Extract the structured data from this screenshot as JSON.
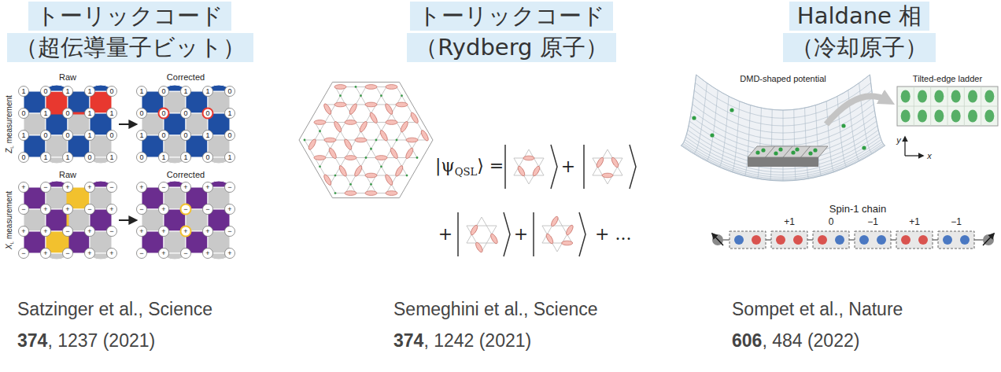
{
  "diagram": {
    "nodes": [
      {
        "text": [
          "トーリックコード",
          "（超伝導量子ビット）"
        ]
      },
      {
        "text": [
          "トーリックコード",
          "（Rydberg 原子）"
        ]
      },
      {
        "text": [
          "Haldane 相",
          "（冷却原子）"
        ]
      }
    ],
    "labels": [
      "Raw",
      "Corrected",
      "Raw",
      "Corrected",
      "Z",
      "L",
      "measurement",
      "X",
      "L",
      "measurement",
      "1",
      "0",
      "1",
      "1",
      "0",
      "0",
      "1",
      "0",
      "1",
      "1",
      "1",
      "0",
      "0",
      "1",
      "0",
      "0",
      "1",
      "1",
      "0",
      "1",
      "1",
      "0",
      "1",
      "1",
      "0",
      "0",
      "0",
      "0",
      "0",
      "1",
      "1",
      "0",
      "0",
      "1",
      "0",
      "0",
      "1",
      "1",
      "0",
      "1",
      "+",
      "−",
      "+",
      "+",
      "−",
      "−",
      "+",
      "+",
      "−",
      "+",
      "+",
      "+",
      "−",
      "+",
      "−",
      "−",
      "+",
      "−",
      "+",
      "+",
      "+",
      "−",
      "+",
      "+",
      "−",
      "−",
      "+",
      "−",
      "−",
      "+",
      "+",
      "+",
      "+",
      "+",
      "−",
      "−",
      "+",
      "−",
      "+",
      "+",
      "Satzinger et al., Science",
      "374",
      ", 1237 (2021)",
      "|ψ",
      "QSL",
      "⟩ =",
      "+",
      "+",
      "+",
      "+ ...",
      "Semeghini et al., Science",
      "374",
      ", 1242 (2021)",
      "DMD-shaped potential",
      "Tilted-edge ladder",
      "y",
      "x",
      "Spin-1 chain",
      "+1",
      "0",
      "−1",
      "+1",
      "−1",
      "Sompet et al., Nature",
      "606",
      ", 484 (2022)"
    ]
  }
}
